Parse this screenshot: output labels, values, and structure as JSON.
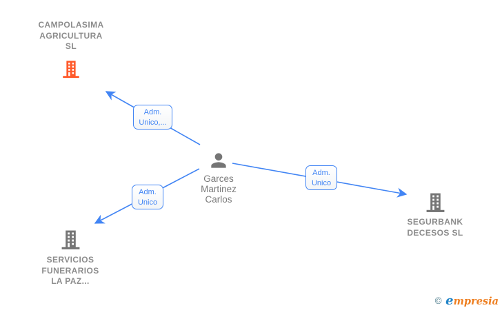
{
  "diagram": {
    "type": "corporate-relations-network-graph",
    "person": {
      "full_name": "Garces Martinez Carlos",
      "name_lines": [
        "Garces",
        "Martinez",
        "Carlos"
      ]
    },
    "companies": [
      {
        "full_name": "CAMPOLASIMA AGRICULTURA SL",
        "name_lines": [
          "CAMPOLASIMA",
          "AGRICULTURA",
          "SL"
        ],
        "highlighted": true
      },
      {
        "full_name": "SEGURBANK DECESOS SL",
        "name_lines": [
          "SEGURBANK",
          "DECESOS SL"
        ],
        "highlighted": false
      },
      {
        "full_name": "SERVICIOS FUNERARIOS LA PAZ...",
        "name_lines": [
          "SERVICIOS",
          "FUNERARIOS",
          "LA PAZ..."
        ],
        "highlighted": false
      }
    ],
    "edges": [
      {
        "from": "Garces Martinez Carlos",
        "to": "CAMPOLASIMA AGRICULTURA SL",
        "label_lines": [
          "Adm.",
          "Unico,..."
        ]
      },
      {
        "from": "Garces Martinez Carlos",
        "to": "SEGURBANK DECESOS SL",
        "label_lines": [
          "Adm.",
          "Unico"
        ]
      },
      {
        "from": "Garces Martinez Carlos",
        "to": "SERVICIOS FUNERARIOS LA PAZ...",
        "label_lines": [
          "Adm.",
          "Unico"
        ]
      }
    ],
    "colors": {
      "edge_blue": "#4285f4",
      "edge_label_text": "#4285f4",
      "company_name_gray": "#8c8c8c",
      "person_name_gray": "#7a7a7a",
      "company_icon_gray": "#757575",
      "highlight_icon_orange": "#ff5a2b",
      "person_icon_gray": "#757575",
      "background": "#ffffff"
    }
  },
  "watermark": {
    "copyright": "©",
    "brand_first_letter": "e",
    "brand_rest": "mpresia"
  }
}
